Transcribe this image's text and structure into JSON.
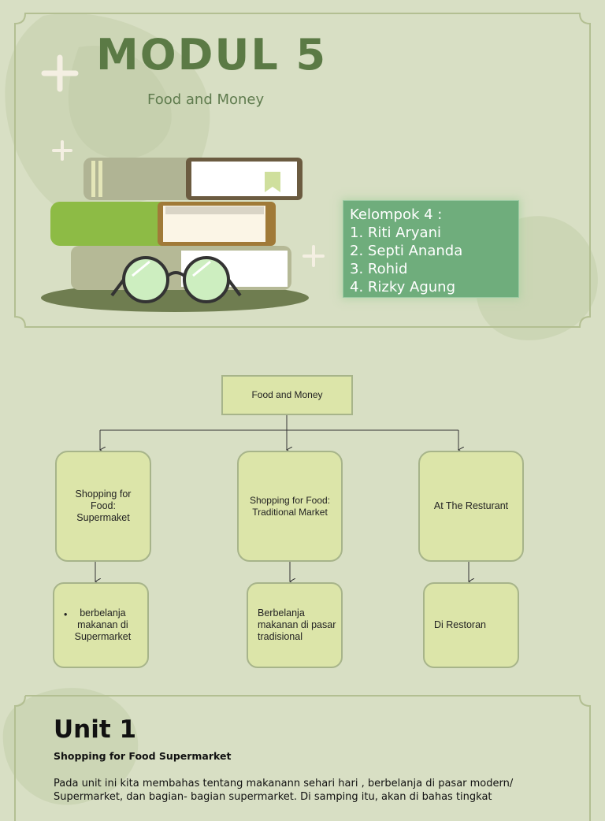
{
  "header": {
    "title": "MODUL 5",
    "subtitle": "Food and Money"
  },
  "team": {
    "heading": "Kelompok 4 :",
    "members": [
      "1. Riti Aryani",
      "2. Septi Ananda",
      "3. Rohid",
      "4. Rizky Agung"
    ]
  },
  "diagram": {
    "root": "Food and Money",
    "branches": [
      {
        "label": "Shopping for Food: Supermaket",
        "detail": "berbelanja makanan di Supermarket",
        "bullet": "•"
      },
      {
        "label": "Shopping for Food: Traditional Market",
        "detail": "Berbelanja makanan di pasar tradisional"
      },
      {
        "label": "At The Resturant",
        "detail": "Di Restoran"
      }
    ]
  },
  "unit": {
    "title": "Unit 1",
    "subtitle": "Shopping for Food Supermarket",
    "body_line1": "Pada unit ini kita membahas tentang makanann sehari hari , berbelanja di pasar modern/",
    "body_line2": "Supermarket, dan bagian- bagian supermarket. Di samping itu, akan di bahas tingkat"
  },
  "colors": {
    "background": "#d8dfc4",
    "title": "#5b7a45",
    "team_box": "#6fad7c",
    "node_fill": "#dce5a9"
  }
}
